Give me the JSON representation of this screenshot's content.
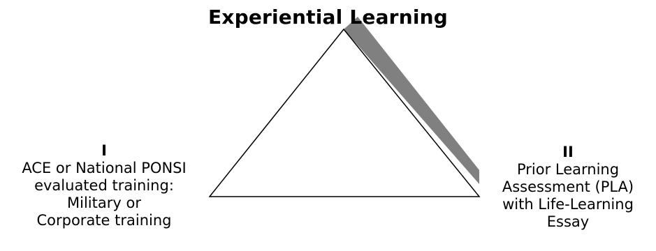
{
  "diagram": {
    "title": "Experiential Learning",
    "left_label": {
      "numeral": "I",
      "lines": [
        "ACE or National PONSI",
        "evaluated training:",
        "Military or",
        "Corporate training"
      ]
    },
    "right_label": {
      "numeral": "II",
      "lines": [
        "Prior Learning",
        "Assessment (PLA)",
        "with Life-Learning",
        "Essay"
      ]
    },
    "colors": {
      "outline": "#000000",
      "shadow": "#808080",
      "background": "#ffffff"
    }
  }
}
